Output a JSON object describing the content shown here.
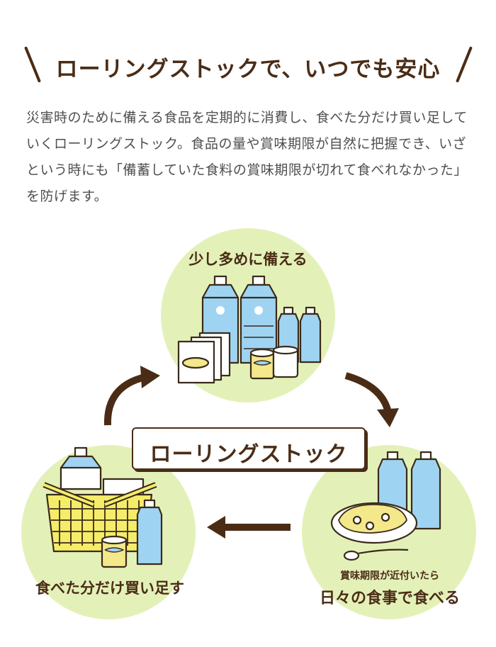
{
  "title": "ローリングストックで、いつでも安心",
  "description": "災害時のために備える食品を定期的に消費し、食べた分だけ買い足していくローリングストック。食品の量や賞味期限が自然に把握でき、いざという時にも「備蓄していた食料の賞味期限が切れて食べれなかった」を防げます。",
  "center_label": "ローリングストック",
  "steps": {
    "top": "少し多めに備える",
    "right_small": "賞味期限が近付いたら",
    "right": "日々の食事で食べる",
    "left": "食べた分だけ買い足す"
  },
  "colors": {
    "brown": "#4a2c16",
    "circle": "#e3f1b8",
    "water": "#9fd3f2",
    "can": "#f3e88a",
    "basket": "#f5ec6a"
  }
}
